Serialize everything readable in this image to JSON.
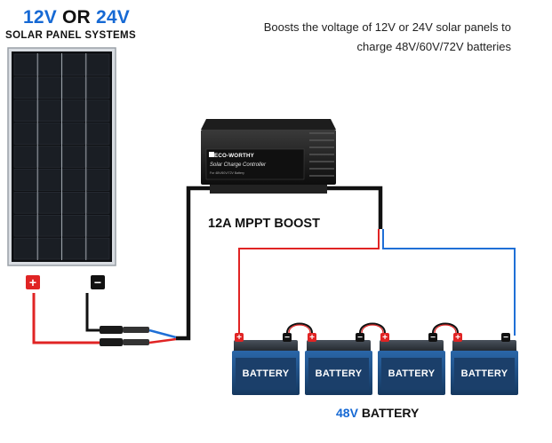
{
  "header": {
    "voltage_a": "12V",
    "voltage_or": "OR",
    "voltage_b": "24V",
    "subtitle": "SOLAR PANEL SYSTEMS"
  },
  "description": {
    "line1": "Boosts the voltage of 12V or 24V solar panels to",
    "line2": "charge 48V/60V/72V batteries"
  },
  "controller": {
    "brand": "ECO-WORTHY",
    "name": "Solar Charge Controller",
    "small_text": "For 48V/60V/72V Battery",
    "model_label": "12A MPPT BOOST"
  },
  "batteries": {
    "label_voltage": "48V",
    "label_text": "BATTERY",
    "unit_label": "BATTERY",
    "count": 4
  },
  "terminal_symbols": {
    "positive": "+",
    "negative": "−"
  },
  "colors": {
    "accent_blue": "#1669d4",
    "wire_red": "#e02424",
    "wire_blue": "#1f6fd6",
    "positive_terminal": "#e02424",
    "negative_terminal": "#111111",
    "battery_body": "#1f4f86",
    "battery_top": "#2a2f36"
  }
}
